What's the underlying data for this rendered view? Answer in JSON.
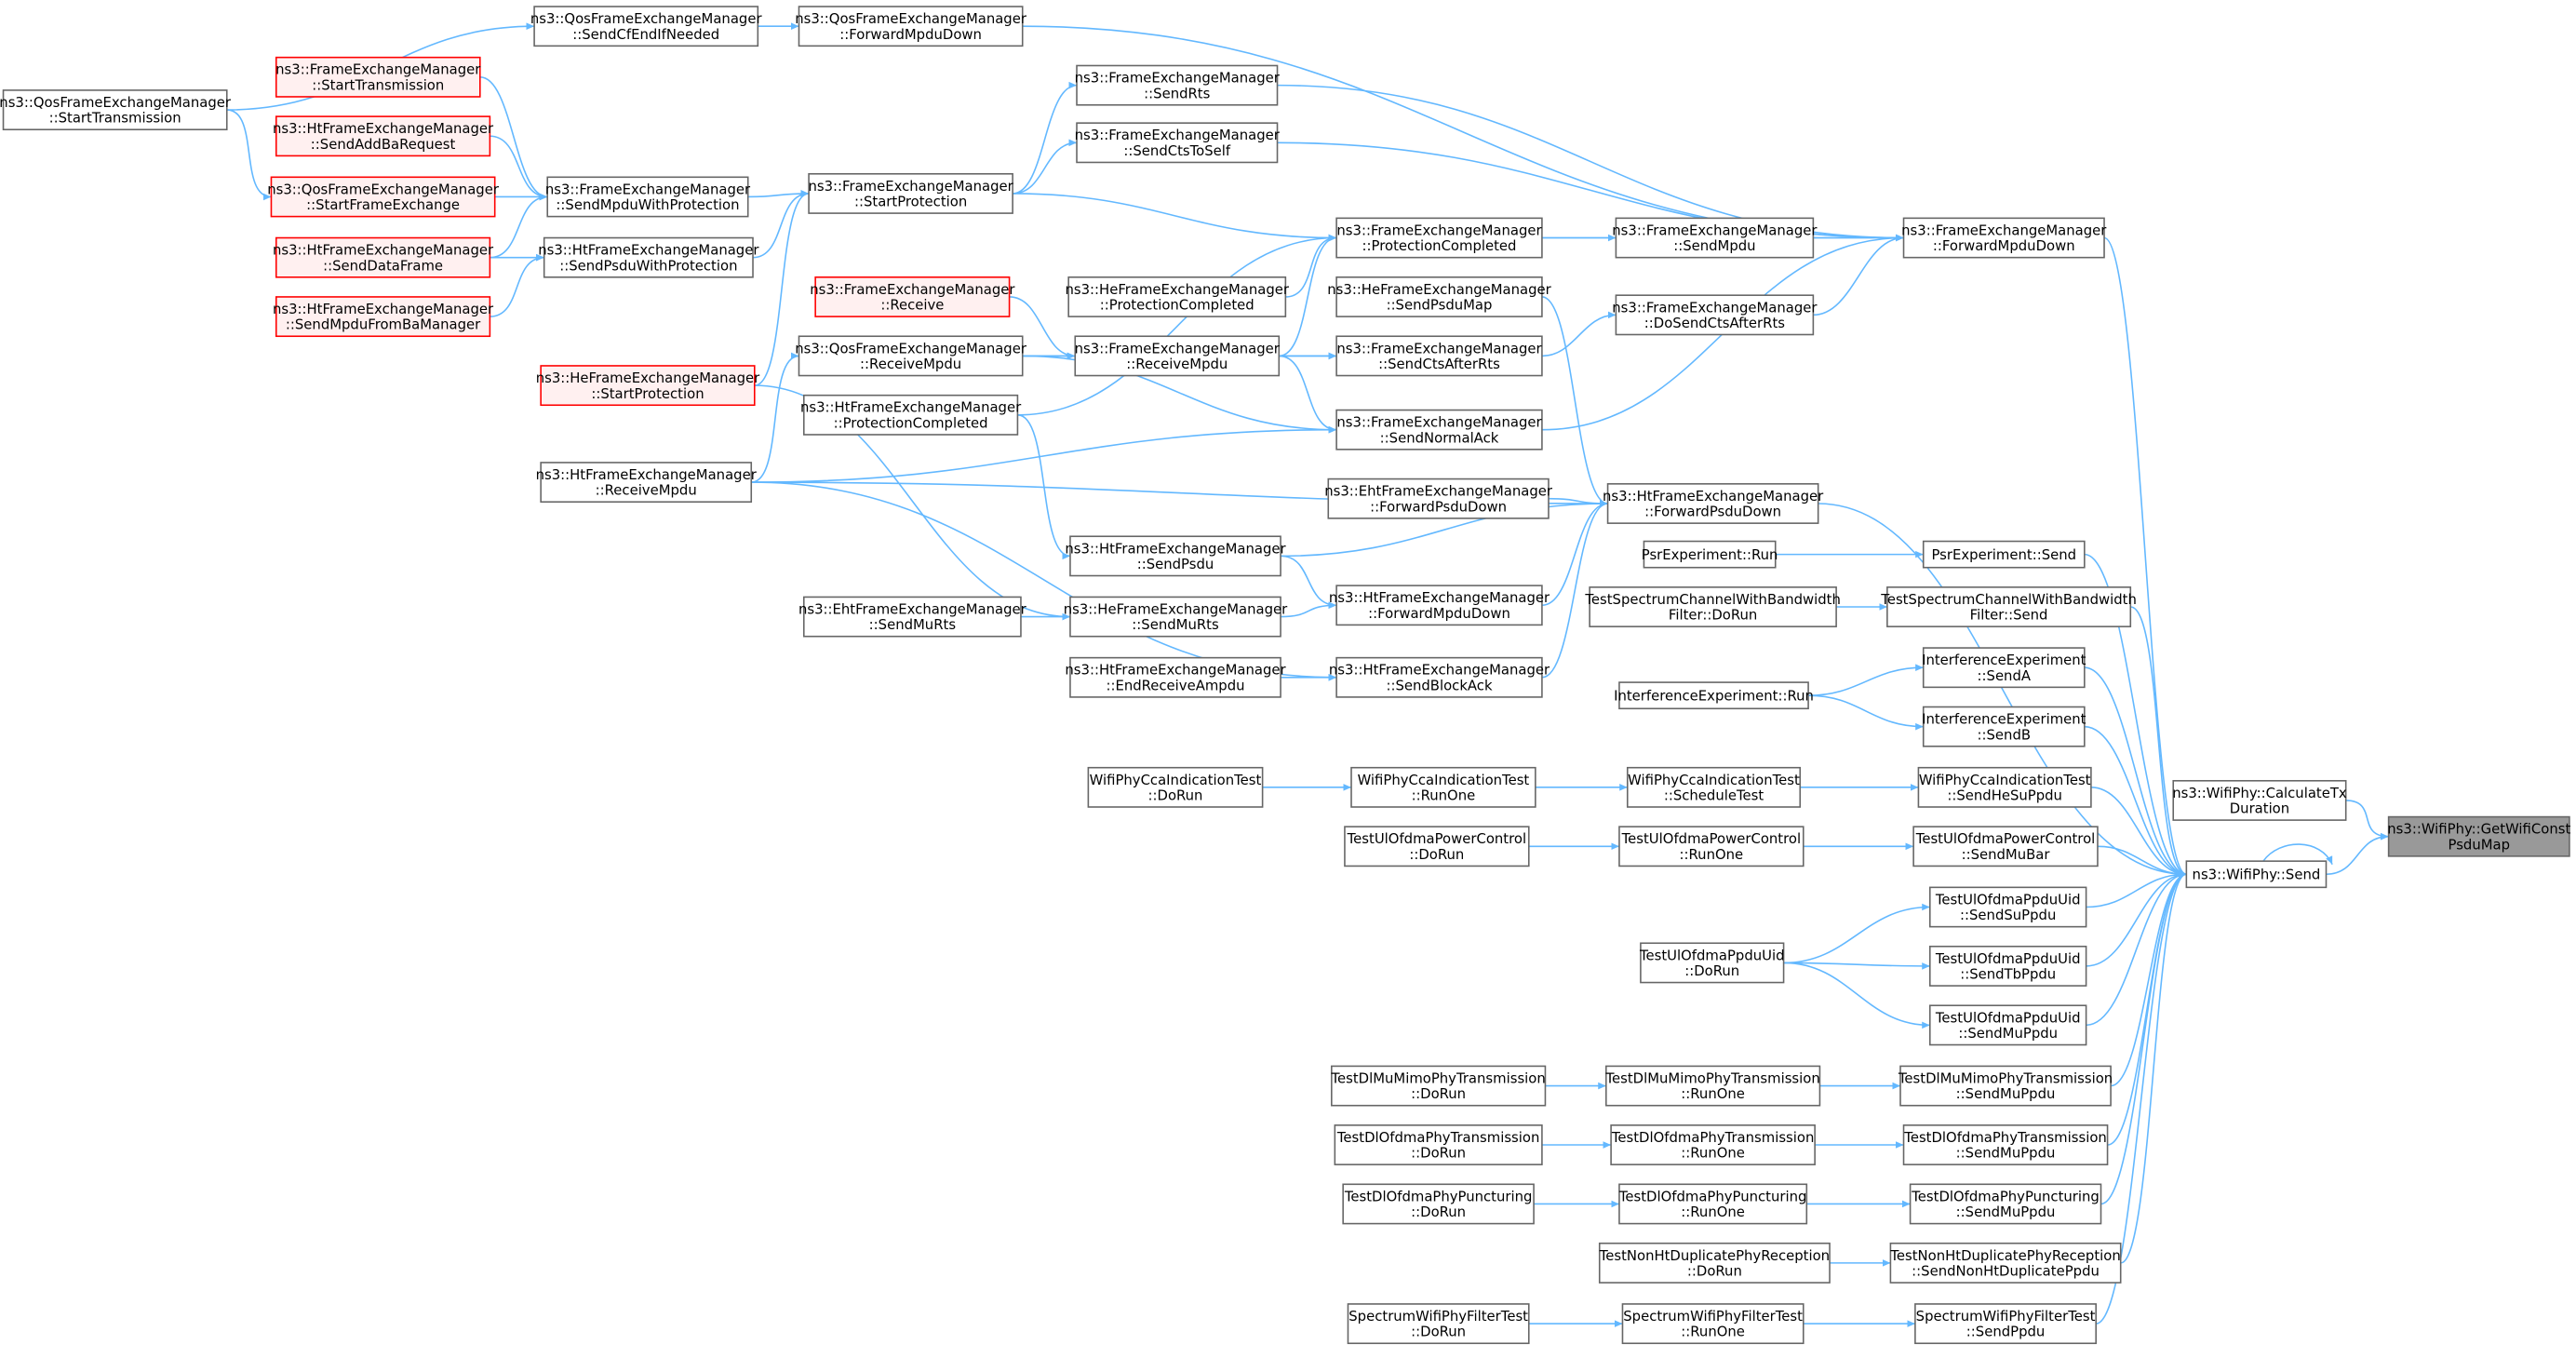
{
  "nodes": [
    {
      "id": "n1",
      "lines": [
        "ns3::WifiPhy::GetWifiConst",
        "PsduMap"
      ],
      "style": "root"
    },
    {
      "id": "n2",
      "lines": [
        "ns3::WifiPhy::CalculateTx",
        "Duration"
      ],
      "style": "normal"
    },
    {
      "id": "n3",
      "lines": [
        "ns3::WifiPhy::Send"
      ],
      "style": "normal"
    },
    {
      "id": "n4",
      "lines": [
        "ns3::FrameExchangeManager",
        "::ForwardMpduDown"
      ],
      "style": "normal"
    },
    {
      "id": "n5",
      "lines": [
        "ns3::HtFrameExchangeManager",
        "::ForwardPsduDown"
      ],
      "style": "normal"
    },
    {
      "id": "n6",
      "lines": [
        "PsrExperiment::Send"
      ],
      "style": "normal"
    },
    {
      "id": "n7",
      "lines": [
        "TestSpectrumChannelWithBandwidth",
        "Filter::Send"
      ],
      "style": "normal"
    },
    {
      "id": "n8",
      "lines": [
        "InterferenceExperiment",
        "::SendA"
      ],
      "style": "normal"
    },
    {
      "id": "n9",
      "lines": [
        "InterferenceExperiment",
        "::SendB"
      ],
      "style": "normal"
    },
    {
      "id": "n10",
      "lines": [
        "WifiPhyCcaIndicationTest",
        "::SendHeSuPpdu"
      ],
      "style": "normal"
    },
    {
      "id": "n11",
      "lines": [
        "TestUlOfdmaPowerControl",
        "::SendMuBar"
      ],
      "style": "normal"
    },
    {
      "id": "n12",
      "lines": [
        "TestUlOfdmaPpduUid",
        "::SendSuPpdu"
      ],
      "style": "normal"
    },
    {
      "id": "n13",
      "lines": [
        "TestUlOfdmaPpduUid",
        "::SendTbPpdu"
      ],
      "style": "normal"
    },
    {
      "id": "n14",
      "lines": [
        "TestUlOfdmaPpduUid",
        "::SendMuPpdu"
      ],
      "style": "normal"
    },
    {
      "id": "n15",
      "lines": [
        "TestDlMuMimoPhyTransmission",
        "::SendMuPpdu"
      ],
      "style": "normal"
    },
    {
      "id": "n16",
      "lines": [
        "TestDlOfdmaPhyTransmission",
        "::SendMuPpdu"
      ],
      "style": "normal"
    },
    {
      "id": "n17",
      "lines": [
        "TestDlOfdmaPhyPuncturing",
        "::SendMuPpdu"
      ],
      "style": "normal"
    },
    {
      "id": "n18",
      "lines": [
        "TestNonHtDuplicatePhyReception",
        "::SendNonHtDuplicatePpdu"
      ],
      "style": "normal"
    },
    {
      "id": "n19",
      "lines": [
        "SpectrumWifiPhyFilterTest",
        "::SendPpdu"
      ],
      "style": "normal"
    },
    {
      "id": "n20",
      "lines": [
        "ns3::QosFrameExchangeManager",
        "::ForwardMpduDown"
      ],
      "style": "normal"
    },
    {
      "id": "n21",
      "lines": [
        "ns3::FrameExchangeManager",
        "::SendRts"
      ],
      "style": "normal"
    },
    {
      "id": "n22",
      "lines": [
        "ns3::FrameExchangeManager",
        "::SendCtsToSelf"
      ],
      "style": "normal"
    },
    {
      "id": "n23",
      "lines": [
        "ns3::FrameExchangeManager",
        "::ProtectionCompleted"
      ],
      "style": "normal"
    },
    {
      "id": "n24",
      "lines": [
        "ns3::FrameExchangeManager",
        "::SendMpdu"
      ],
      "style": "normal"
    },
    {
      "id": "n25",
      "lines": [
        "ns3::FrameExchangeManager",
        "::DoSendCtsAfterRts"
      ],
      "style": "normal"
    },
    {
      "id": "n26",
      "lines": [
        "ns3::FrameExchangeManager",
        "::SendNormalAck"
      ],
      "style": "normal"
    },
    {
      "id": "n27",
      "lines": [
        "ns3::HeFrameExchangeManager",
        "::SendPsduMap"
      ],
      "style": "normal"
    },
    {
      "id": "n28",
      "lines": [
        "ns3::FrameExchangeManager",
        "::SendCtsAfterRts"
      ],
      "style": "normal"
    },
    {
      "id": "n29",
      "lines": [
        "ns3::EhtFrameExchangeManager",
        "::ForwardPsduDown"
      ],
      "style": "normal"
    },
    {
      "id": "n30",
      "lines": [
        "ns3::HtFrameExchangeManager",
        "::ForwardMpduDown"
      ],
      "style": "normal"
    },
    {
      "id": "n31",
      "lines": [
        "ns3::HtFrameExchangeManager",
        "::SendBlockAck"
      ],
      "style": "normal"
    },
    {
      "id": "n32",
      "lines": [
        "ns3::HtFrameExchangeManager",
        "::SendPsdu"
      ],
      "style": "normal"
    },
    {
      "id": "n33",
      "lines": [
        "PsrExperiment::Run"
      ],
      "style": "normal"
    },
    {
      "id": "n34",
      "lines": [
        "TestSpectrumChannelWithBandwidth",
        "Filter::DoRun"
      ],
      "style": "normal"
    },
    {
      "id": "n35",
      "lines": [
        "InterferenceExperiment::Run"
      ],
      "style": "normal"
    },
    {
      "id": "n36",
      "lines": [
        "WifiPhyCcaIndicationTest",
        "::ScheduleTest"
      ],
      "style": "normal"
    },
    {
      "id": "n37",
      "lines": [
        "TestUlOfdmaPowerControl",
        "::RunOne"
      ],
      "style": "normal"
    },
    {
      "id": "n38",
      "lines": [
        "TestUlOfdmaPpduUid",
        "::DoRun"
      ],
      "style": "normal"
    },
    {
      "id": "n39",
      "lines": [
        "TestDlMuMimoPhyTransmission",
        "::RunOne"
      ],
      "style": "normal"
    },
    {
      "id": "n40",
      "lines": [
        "TestDlOfdmaPhyTransmission",
        "::RunOne"
      ],
      "style": "normal"
    },
    {
      "id": "n41",
      "lines": [
        "TestDlOfdmaPhyPuncturing",
        "::RunOne"
      ],
      "style": "normal"
    },
    {
      "id": "n42",
      "lines": [
        "TestNonHtDuplicatePhyReception",
        "::DoRun"
      ],
      "style": "normal"
    },
    {
      "id": "n43",
      "lines": [
        "SpectrumWifiPhyFilterTest",
        "::RunOne"
      ],
      "style": "normal"
    },
    {
      "id": "n44",
      "lines": [
        "ns3::QosFrameExchangeManager",
        "::SendCfEndIfNeeded"
      ],
      "style": "normal"
    },
    {
      "id": "n45",
      "lines": [
        "ns3::FrameExchangeManager",
        "::StartProtection"
      ],
      "style": "normal"
    },
    {
      "id": "n46",
      "lines": [
        "ns3::HeFrameExchangeManager",
        "::ProtectionCompleted"
      ],
      "style": "normal"
    },
    {
      "id": "n47",
      "lines": [
        "ns3::FrameExchangeManager",
        "::ReceiveMpdu"
      ],
      "style": "normal"
    },
    {
      "id": "n48",
      "lines": [
        "ns3::HtFrameExchangeManager",
        "::ProtectionCompleted"
      ],
      "style": "normal"
    },
    {
      "id": "n49",
      "lines": [
        "ns3::FrameExchangeManager",
        "::Receive"
      ],
      "style": "red"
    },
    {
      "id": "n50",
      "lines": [
        "ns3::QosFrameExchangeManager",
        "::ReceiveMpdu"
      ],
      "style": "normal"
    },
    {
      "id": "n51",
      "lines": [
        "ns3::HtFrameExchangeManager",
        "::ReceiveMpdu"
      ],
      "style": "normal"
    },
    {
      "id": "n52",
      "lines": [
        "ns3::HeFrameExchangeManager",
        "::SendMuRts"
      ],
      "style": "normal"
    },
    {
      "id": "n53",
      "lines": [
        "ns3::EhtFrameExchangeManager",
        "::SendMuRts"
      ],
      "style": "normal"
    },
    {
      "id": "n54",
      "lines": [
        "ns3::HtFrameExchangeManager",
        "::EndReceiveAmpdu"
      ],
      "style": "normal"
    },
    {
      "id": "n55",
      "lines": [
        "WifiPhyCcaIndicationTest",
        "::RunOne"
      ],
      "style": "normal"
    },
    {
      "id": "n56",
      "lines": [
        "WifiPhyCcaIndicationTest",
        "::DoRun"
      ],
      "style": "normal"
    },
    {
      "id": "n57",
      "lines": [
        "TestUlOfdmaPowerControl",
        "::DoRun"
      ],
      "style": "normal"
    },
    {
      "id": "n58",
      "lines": [
        "TestDlMuMimoPhyTransmission",
        "::DoRun"
      ],
      "style": "normal"
    },
    {
      "id": "n59",
      "lines": [
        "TestDlOfdmaPhyTransmission",
        "::DoRun"
      ],
      "style": "normal"
    },
    {
      "id": "n60",
      "lines": [
        "TestDlOfdmaPhyPuncturing",
        "::DoRun"
      ],
      "style": "normal"
    },
    {
      "id": "n61",
      "lines": [
        "SpectrumWifiPhyFilterTest",
        "::DoRun"
      ],
      "style": "normal"
    },
    {
      "id": "n62",
      "lines": [
        "ns3::QosFrameExchangeManager",
        "::StartTransmission"
      ],
      "style": "normal"
    },
    {
      "id": "n63",
      "lines": [
        "ns3::FrameExchangeManager",
        "::SendMpduWithProtection"
      ],
      "style": "normal"
    },
    {
      "id": "n64",
      "lines": [
        "ns3::HtFrameExchangeManager",
        "::SendPsduWithProtection"
      ],
      "style": "normal"
    },
    {
      "id": "n65",
      "lines": [
        "ns3::HeFrameExchangeManager",
        "::StartProtection"
      ],
      "style": "red"
    },
    {
      "id": "n66",
      "lines": [
        "ns3::FrameExchangeManager",
        "::StartTransmission"
      ],
      "style": "red"
    },
    {
      "id": "n67",
      "lines": [
        "ns3::HtFrameExchangeManager",
        "::SendAddBaRequest"
      ],
      "style": "red"
    },
    {
      "id": "n68",
      "lines": [
        "ns3::QosFrameExchangeManager",
        "::StartFrameExchange"
      ],
      "style": "red"
    },
    {
      "id": "n69",
      "lines": [
        "ns3::HtFrameExchangeManager",
        "::SendDataFrame"
      ],
      "style": "red"
    },
    {
      "id": "n70",
      "lines": [
        "ns3::HtFrameExchangeManager",
        "::SendMpduFromBaManager"
      ],
      "style": "red"
    }
  ],
  "edges": [
    [
      "n2",
      "n1"
    ],
    [
      "n3",
      "n1"
    ],
    [
      "n3",
      "n3"
    ],
    [
      "n4",
      "n3"
    ],
    [
      "n5",
      "n3"
    ],
    [
      "n6",
      "n3"
    ],
    [
      "n7",
      "n3"
    ],
    [
      "n8",
      "n3"
    ],
    [
      "n9",
      "n3"
    ],
    [
      "n10",
      "n3"
    ],
    [
      "n11",
      "n3"
    ],
    [
      "n12",
      "n3"
    ],
    [
      "n13",
      "n3"
    ],
    [
      "n14",
      "n3"
    ],
    [
      "n15",
      "n3"
    ],
    [
      "n16",
      "n3"
    ],
    [
      "n17",
      "n3"
    ],
    [
      "n18",
      "n3"
    ],
    [
      "n19",
      "n3"
    ],
    [
      "n20",
      "n4"
    ],
    [
      "n21",
      "n4"
    ],
    [
      "n22",
      "n4"
    ],
    [
      "n23",
      "n4"
    ],
    [
      "n24",
      "n4"
    ],
    [
      "n25",
      "n4"
    ],
    [
      "n26",
      "n4"
    ],
    [
      "n27",
      "n5"
    ],
    [
      "n29",
      "n5"
    ],
    [
      "n30",
      "n5"
    ],
    [
      "n31",
      "n5"
    ],
    [
      "n32",
      "n5"
    ],
    [
      "n51",
      "n5"
    ],
    [
      "n33",
      "n6"
    ],
    [
      "n34",
      "n7"
    ],
    [
      "n35",
      "n8"
    ],
    [
      "n35",
      "n9"
    ],
    [
      "n36",
      "n10"
    ],
    [
      "n37",
      "n11"
    ],
    [
      "n38",
      "n12"
    ],
    [
      "n38",
      "n13"
    ],
    [
      "n38",
      "n14"
    ],
    [
      "n39",
      "n15"
    ],
    [
      "n40",
      "n16"
    ],
    [
      "n41",
      "n17"
    ],
    [
      "n42",
      "n18"
    ],
    [
      "n43",
      "n19"
    ],
    [
      "n44",
      "n20"
    ],
    [
      "n45",
      "n21"
    ],
    [
      "n45",
      "n22"
    ],
    [
      "n45",
      "n23"
    ],
    [
      "n46",
      "n23"
    ],
    [
      "n47",
      "n23"
    ],
    [
      "n48",
      "n23"
    ],
    [
      "n23",
      "n24"
    ],
    [
      "n28",
      "n25"
    ],
    [
      "n47",
      "n26"
    ],
    [
      "n50",
      "n26"
    ],
    [
      "n51",
      "n26"
    ],
    [
      "n47",
      "n28"
    ],
    [
      "n50",
      "n28"
    ],
    [
      "n52",
      "n30"
    ],
    [
      "n32",
      "n30"
    ],
    [
      "n51",
      "n31"
    ],
    [
      "n54",
      "n31"
    ],
    [
      "n48",
      "n32"
    ],
    [
      "n55",
      "n36"
    ],
    [
      "n56",
      "n55"
    ],
    [
      "n57",
      "n37"
    ],
    [
      "n58",
      "n39"
    ],
    [
      "n59",
      "n40"
    ],
    [
      "n60",
      "n41"
    ],
    [
      "n61",
      "n43"
    ],
    [
      "n62",
      "n44"
    ],
    [
      "n63",
      "n45"
    ],
    [
      "n64",
      "n45"
    ],
    [
      "n65",
      "n45"
    ],
    [
      "n49",
      "n47"
    ],
    [
      "n50",
      "n47"
    ],
    [
      "n51",
      "n50"
    ],
    [
      "n53",
      "n52"
    ],
    [
      "n65",
      "n52"
    ],
    [
      "n62",
      "n68"
    ],
    [
      "n66",
      "n63"
    ],
    [
      "n67",
      "n63"
    ],
    [
      "n68",
      "n63"
    ],
    [
      "n69",
      "n64"
    ],
    [
      "n70",
      "n64"
    ],
    [
      "n69",
      "n63"
    ]
  ]
}
